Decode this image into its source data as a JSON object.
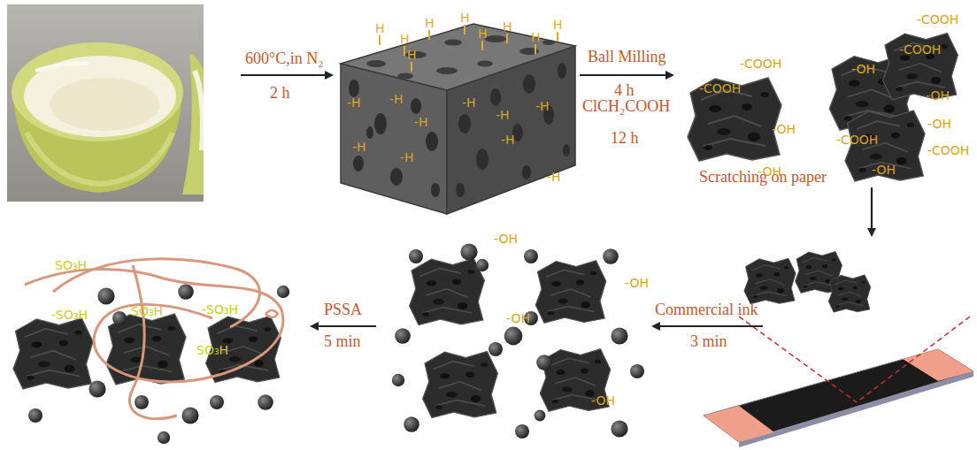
{
  "diagram": {
    "labels": [
      "600°C,in N₂",
      "2 h",
      "Ball Milling",
      "4 h",
      "ClCH₂COOH",
      "12 h",
      "Scratching on paper",
      "Commercial ink",
      "3 min",
      "PSSA",
      "5 min",
      "H",
      "H",
      "H",
      "H",
      "H",
      "H",
      "H",
      "H",
      "H",
      "-H",
      "-H",
      "-H",
      "-H",
      "-H",
      "-H",
      "-H",
      "-H",
      "-H",
      "-H",
      "-COOH",
      "-COOH",
      "-OH",
      "-OH",
      "-COOH",
      "-OH",
      "-COOH",
      "-OH",
      "-OH",
      "-COOH",
      "-COOH",
      "-OH",
      "-OH",
      "-OH",
      "-OH",
      "-OH",
      "SO₃H",
      "-SO₃H",
      "SO₃H",
      "-SO₃H",
      "SO₃H"
    ]
  }
}
